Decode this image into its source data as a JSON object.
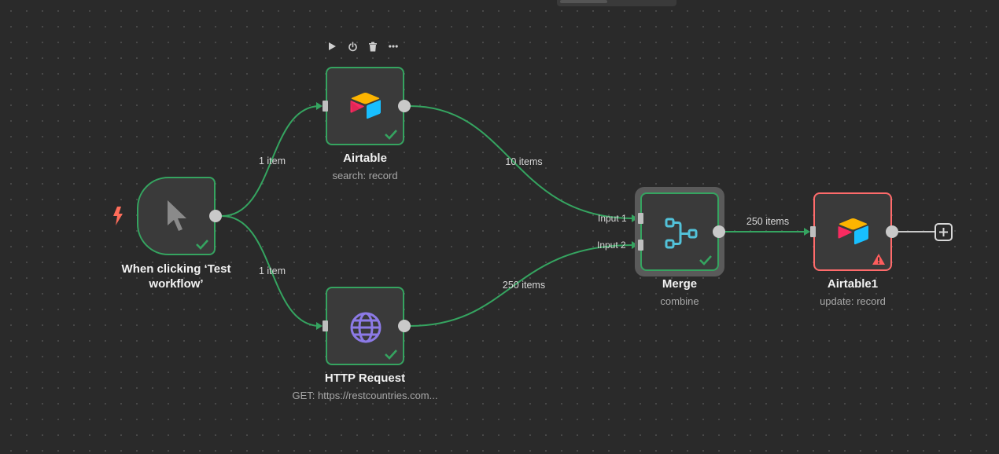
{
  "canvas": {
    "nodes": {
      "trigger": {
        "title": "When clicking ‘Test workflow’",
        "icon": "pointer-icon",
        "status": "success"
      },
      "airtable": {
        "title": "Airtable",
        "subtitle": "search: record",
        "icon": "airtable-logo",
        "status": "success"
      },
      "http": {
        "title": "HTTP Request",
        "subtitle": "GET: https://restcountries.com...",
        "icon": "globe-icon",
        "status": "success"
      },
      "merge": {
        "title": "Merge",
        "subtitle": "combine",
        "icon": "merge-icon",
        "status": "success",
        "inputs": [
          "Input 1",
          "Input 2"
        ]
      },
      "airtable1": {
        "title": "Airtable1",
        "subtitle": "update: record",
        "icon": "airtable-logo",
        "status": "warning"
      }
    },
    "edges": {
      "trigger_airtable": "1 item",
      "trigger_http": "1 item",
      "airtable_merge": "10 items",
      "http_merge": "250 items",
      "merge_airtable1": "250 items"
    },
    "node_toolbar": [
      "play-icon",
      "power-icon",
      "trash-icon",
      "more-icon"
    ],
    "colors": {
      "success": "#35a460",
      "warning": "#ff6b6b",
      "background": "#2a2a2a",
      "trigger_bolt": "#ff6d5a"
    }
  }
}
